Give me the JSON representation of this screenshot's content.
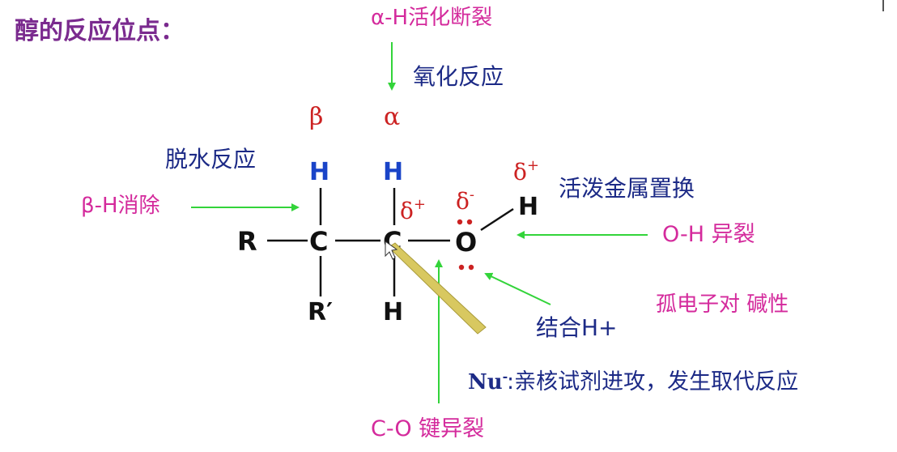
{
  "title": "醇的反应位点：",
  "top": {
    "alpha_h_cleavage": "α-H活化断裂",
    "oxidation": "氧化反应"
  },
  "greek": {
    "beta": "β",
    "alpha": "α"
  },
  "molecule": {
    "r": "R",
    "r_prime": "R′",
    "c1": "C",
    "c2": "C",
    "o": "O",
    "h_beta": "H",
    "h_alpha": "H",
    "h_bottom": "H",
    "h_hydroxyl": "H",
    "delta_plus_c": "δ",
    "delta_minus_o": "δ",
    "delta_plus_h": "δ"
  },
  "annotations": {
    "dehydration": "脱水反应",
    "beta_h_elimination": "β-H消除",
    "active_metal": "活泼金属置换",
    "oh_cleavage": "O-H 异裂",
    "lone_pair": "孤电子对  碱性",
    "bind_h": "结合H+",
    "nu_label": "Nu",
    "nu_attack": ":亲核试剂进攻，发生取代反应",
    "co_cleavage": "C-O 键异裂"
  },
  "colors": {
    "title": "#7a2a8e",
    "magenta": "#d42a9c",
    "navy": "#1c2a86",
    "red": "#cc2222",
    "blue_h": "#1a44c8",
    "arrow": "#33d43a",
    "black": "#111111",
    "pointer": "#c8b84a"
  }
}
